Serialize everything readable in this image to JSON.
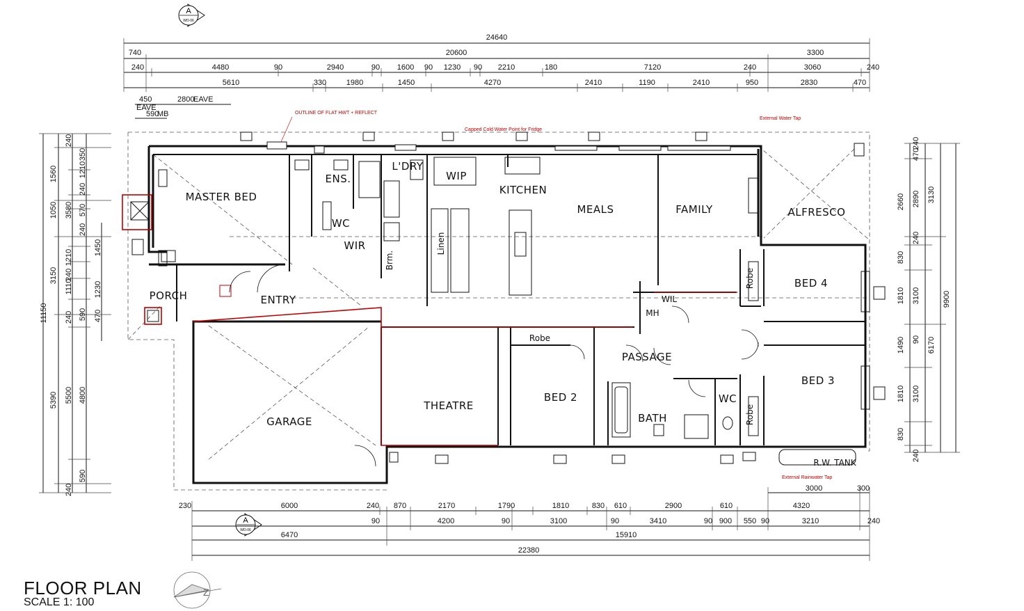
{
  "title": "FLOOR PLAN",
  "scale": "SCALE 1: 100",
  "section_marker": {
    "letter": "A",
    "ref": "WD-06"
  },
  "rooms": [
    {
      "key": "master_bed",
      "label": "MASTER BED"
    },
    {
      "key": "ens",
      "label": "ENS."
    },
    {
      "key": "ldry",
      "label": "L'DRY"
    },
    {
      "key": "wip",
      "label": "WIP"
    },
    {
      "key": "kitchen",
      "label": "KITCHEN"
    },
    {
      "key": "meals",
      "label": "MEALS"
    },
    {
      "key": "family",
      "label": "FAMILY"
    },
    {
      "key": "alfresco",
      "label": "ALFRESCO"
    },
    {
      "key": "wc1",
      "label": "WC"
    },
    {
      "key": "wir",
      "label": "WIR"
    },
    {
      "key": "porch",
      "label": "PORCH"
    },
    {
      "key": "entry",
      "label": "ENTRY"
    },
    {
      "key": "bed4",
      "label": "BED 4"
    },
    {
      "key": "robe1",
      "label": "Robe"
    },
    {
      "key": "wil",
      "label": "WIL"
    },
    {
      "key": "mh",
      "label": "MH"
    },
    {
      "key": "linen",
      "label": "Linen"
    },
    {
      "key": "brm",
      "label": "Brm."
    },
    {
      "key": "garage",
      "label": "GARAGE"
    },
    {
      "key": "theatre",
      "label": "THEATRE"
    },
    {
      "key": "robe2",
      "label": "Robe"
    },
    {
      "key": "bed2",
      "label": "BED 2"
    },
    {
      "key": "passage",
      "label": "PASSAGE"
    },
    {
      "key": "bath",
      "label": "BATH"
    },
    {
      "key": "wc2",
      "label": "WC"
    },
    {
      "key": "bed3",
      "label": "BED 3"
    },
    {
      "key": "robe3",
      "label": "Robe"
    },
    {
      "key": "rw_tank",
      "label": "R.W. TANK"
    }
  ],
  "dims_top": {
    "overall": "24640",
    "row1": [
      "740",
      "20600",
      "3300"
    ],
    "row2": [
      "240",
      "4480",
      "90",
      "2940",
      "90",
      "1600",
      "90",
      "1230",
      "90",
      "2210",
      "180",
      "7120",
      "240",
      "3060",
      "240"
    ],
    "row3": [
      "5610",
      "330",
      "1980",
      "1450",
      "4270",
      "2410",
      "1190",
      "2410",
      "950",
      "2830",
      "470"
    ],
    "eave": [
      "450",
      "EAVE",
      "2800",
      "EAVE",
      "590",
      "MB"
    ]
  },
  "dims_bottom": {
    "row1": [
      "230",
      "6000",
      "240",
      "870",
      "2170",
      "1790",
      "1810",
      "830",
      "610",
      "2900",
      "610",
      "4320"
    ],
    "row2": [
      "90",
      "4200",
      "90",
      "3100",
      "90",
      "3410",
      "90",
      "900",
      "550",
      "90",
      "3210",
      "240"
    ],
    "row3": [
      "6470",
      "15910"
    ],
    "overall": "22380",
    "tank": [
      "3000",
      "300"
    ]
  },
  "dims_left": {
    "overall": "11150",
    "outer": [
      "240",
      "1560",
      "1050",
      "3150",
      "240",
      "5390",
      "240"
    ],
    "mid": [
      "350",
      "1210",
      "240",
      "3580",
      "570",
      "240",
      "1210",
      "240",
      "1110",
      "240",
      "590",
      "5500",
      "590"
    ],
    "inner": [
      "1450",
      "1230",
      "470",
      "4800"
    ]
  },
  "dims_right": {
    "overall": "9900",
    "outer": [
      "470",
      "2660",
      "240",
      "830",
      "1810",
      "1490",
      "1810",
      "830",
      "240"
    ],
    "mid": [
      "240",
      "2890",
      "3100",
      "90",
      "3100"
    ],
    "inner": [
      "3130",
      "6170"
    ]
  },
  "notes": [
    "OUTLINE OF FLAT HWT + REFLECT",
    "Capped Cold Water Point for Fridge",
    "External Water Tap",
    "External Rainwater Tap"
  ],
  "colors": {
    "line": "#111111",
    "accent": "#c00000"
  }
}
